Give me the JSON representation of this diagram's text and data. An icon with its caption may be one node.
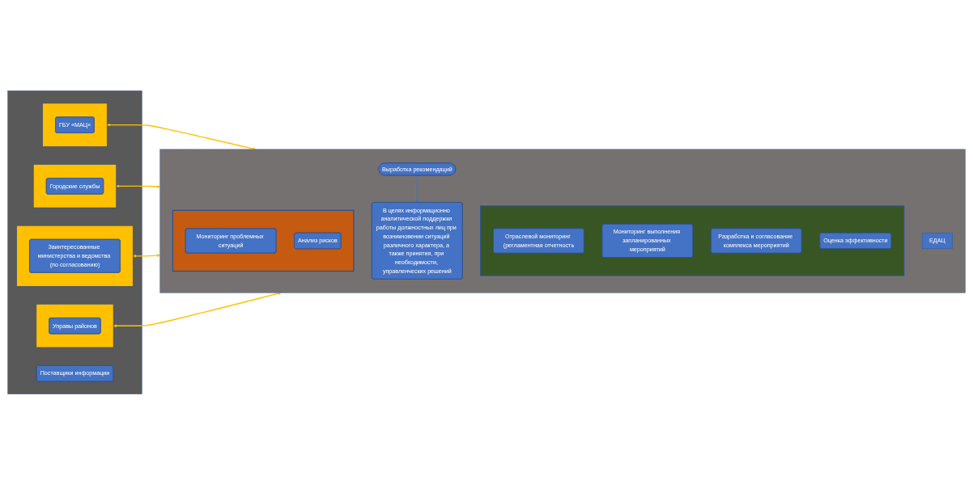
{
  "diagram": {
    "nodes": [
      {
        "text": [],
        "shape": "box"
      },
      {
        "text": [
          "Поставщики информации"
        ],
        "in": 0
      },
      {
        "text": [],
        "shape": "box",
        "in": 0
      },
      {
        "text": [
          "ГБУ «МАЦ»"
        ],
        "in": 2
      },
      {
        "text": [],
        "shape": "box",
        "in": 0
      },
      {
        "text": [
          "Городские службы"
        ],
        "in": 4
      },
      {
        "text": [],
        "shape": "box",
        "in": 0
      },
      {
        "text": [
          "Заинтересованные министерства и ведомства (по согласованию)"
        ],
        "in": 6
      },
      {
        "text": [],
        "shape": "box",
        "in": 0
      },
      {
        "text": [
          "Управы районов"
        ],
        "in": 8
      },
      {
        "text": [],
        "shape": "box"
      },
      {
        "text": [
          "ЕДАЦ"
        ],
        "in": 10
      },
      {
        "text": [],
        "shape": "arrow",
        "in": 10
      },
      {
        "text": [
          "Отраслевой мониторинг (регламентная отчетность"
        ],
        "in": 12
      },
      {
        "text": [
          "Мониторинг выполнения запланированных мероприятий"
        ],
        "in": 12
      },
      {
        "text": [
          "Разработка и согласование комплекса мероприятий"
        ],
        "in": 12
      },
      {
        "text": [
          "Оценка эффективности"
        ],
        "in": 12
      },
      {
        "text": [
          "В целях информационно аналитической поддержки работы должностных лиц при возникновении ситуаций различного характера, а также принятия, при необходимости, управленческих решений"
        ],
        "in": 10
      },
      {
        "text": [
          "Выработка рекомендаций"
        ],
        "in": 10
      },
      {
        "text": [],
        "shape": "arrow",
        "in": 10
      },
      {
        "text": [
          "Мониторинг проблемных ситуаций"
        ],
        "in": 19
      },
      {
        "text": [
          "Анализ рисков"
        ],
        "in": 19
      }
    ],
    "edges": [
      {
        "from": 2,
        "to": 10,
        "arrow": "both"
      },
      {
        "from": 4,
        "to": 10,
        "arrow": "both"
      },
      {
        "from": 6,
        "to": 10,
        "arrow": "both"
      },
      {
        "from": 8,
        "to": 10,
        "arrow": "both"
      },
      {
        "from": 18,
        "to": 17,
        "arrow": "to",
        "color": "#4472c4"
      }
    ]
  }
}
